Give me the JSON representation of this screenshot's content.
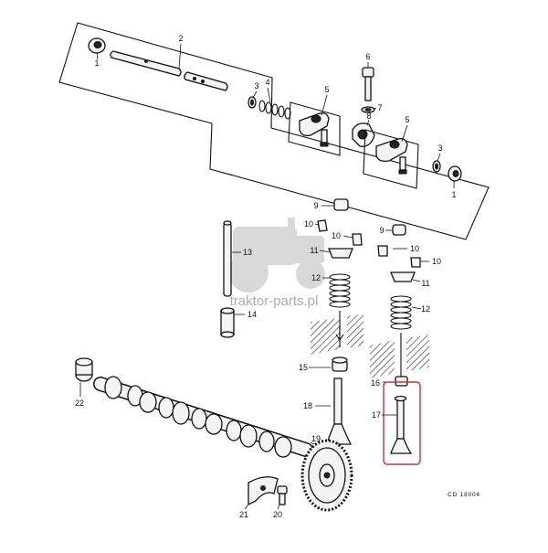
{
  "diagram": {
    "callouts": [
      {
        "id": "c1a",
        "label": "1"
      },
      {
        "id": "c2",
        "label": "2"
      },
      {
        "id": "c3a",
        "label": "3"
      },
      {
        "id": "c4",
        "label": "4"
      },
      {
        "id": "c5a",
        "label": "5"
      },
      {
        "id": "c6",
        "label": "6"
      },
      {
        "id": "c7",
        "label": "7"
      },
      {
        "id": "c8",
        "label": "8"
      },
      {
        "id": "c5b",
        "label": "5"
      },
      {
        "id": "c3b",
        "label": "3"
      },
      {
        "id": "c1b",
        "label": "1"
      },
      {
        "id": "c9a",
        "label": "9"
      },
      {
        "id": "c10a",
        "label": "10"
      },
      {
        "id": "c10b",
        "label": "10"
      },
      {
        "id": "c11a",
        "label": "11"
      },
      {
        "id": "c12a",
        "label": "12"
      },
      {
        "id": "c13",
        "label": "13"
      },
      {
        "id": "c14",
        "label": "14"
      },
      {
        "id": "c9b",
        "label": "9"
      },
      {
        "id": "c10c",
        "label": "10"
      },
      {
        "id": "c10d",
        "label": "10"
      },
      {
        "id": "c11b",
        "label": "11"
      },
      {
        "id": "c12b",
        "label": "12"
      },
      {
        "id": "c15",
        "label": "15"
      },
      {
        "id": "c16",
        "label": "16"
      },
      {
        "id": "c17",
        "label": "17"
      },
      {
        "id": "c18",
        "label": "18"
      },
      {
        "id": "c19",
        "label": "19"
      },
      {
        "id": "c20",
        "label": "20"
      },
      {
        "id": "c21",
        "label": "21"
      },
      {
        "id": "c22",
        "label": "22"
      }
    ],
    "figure_code": "CD 18004",
    "watermark_text": "traktor-parts.pl",
    "highlight_color": "#c8303a"
  }
}
